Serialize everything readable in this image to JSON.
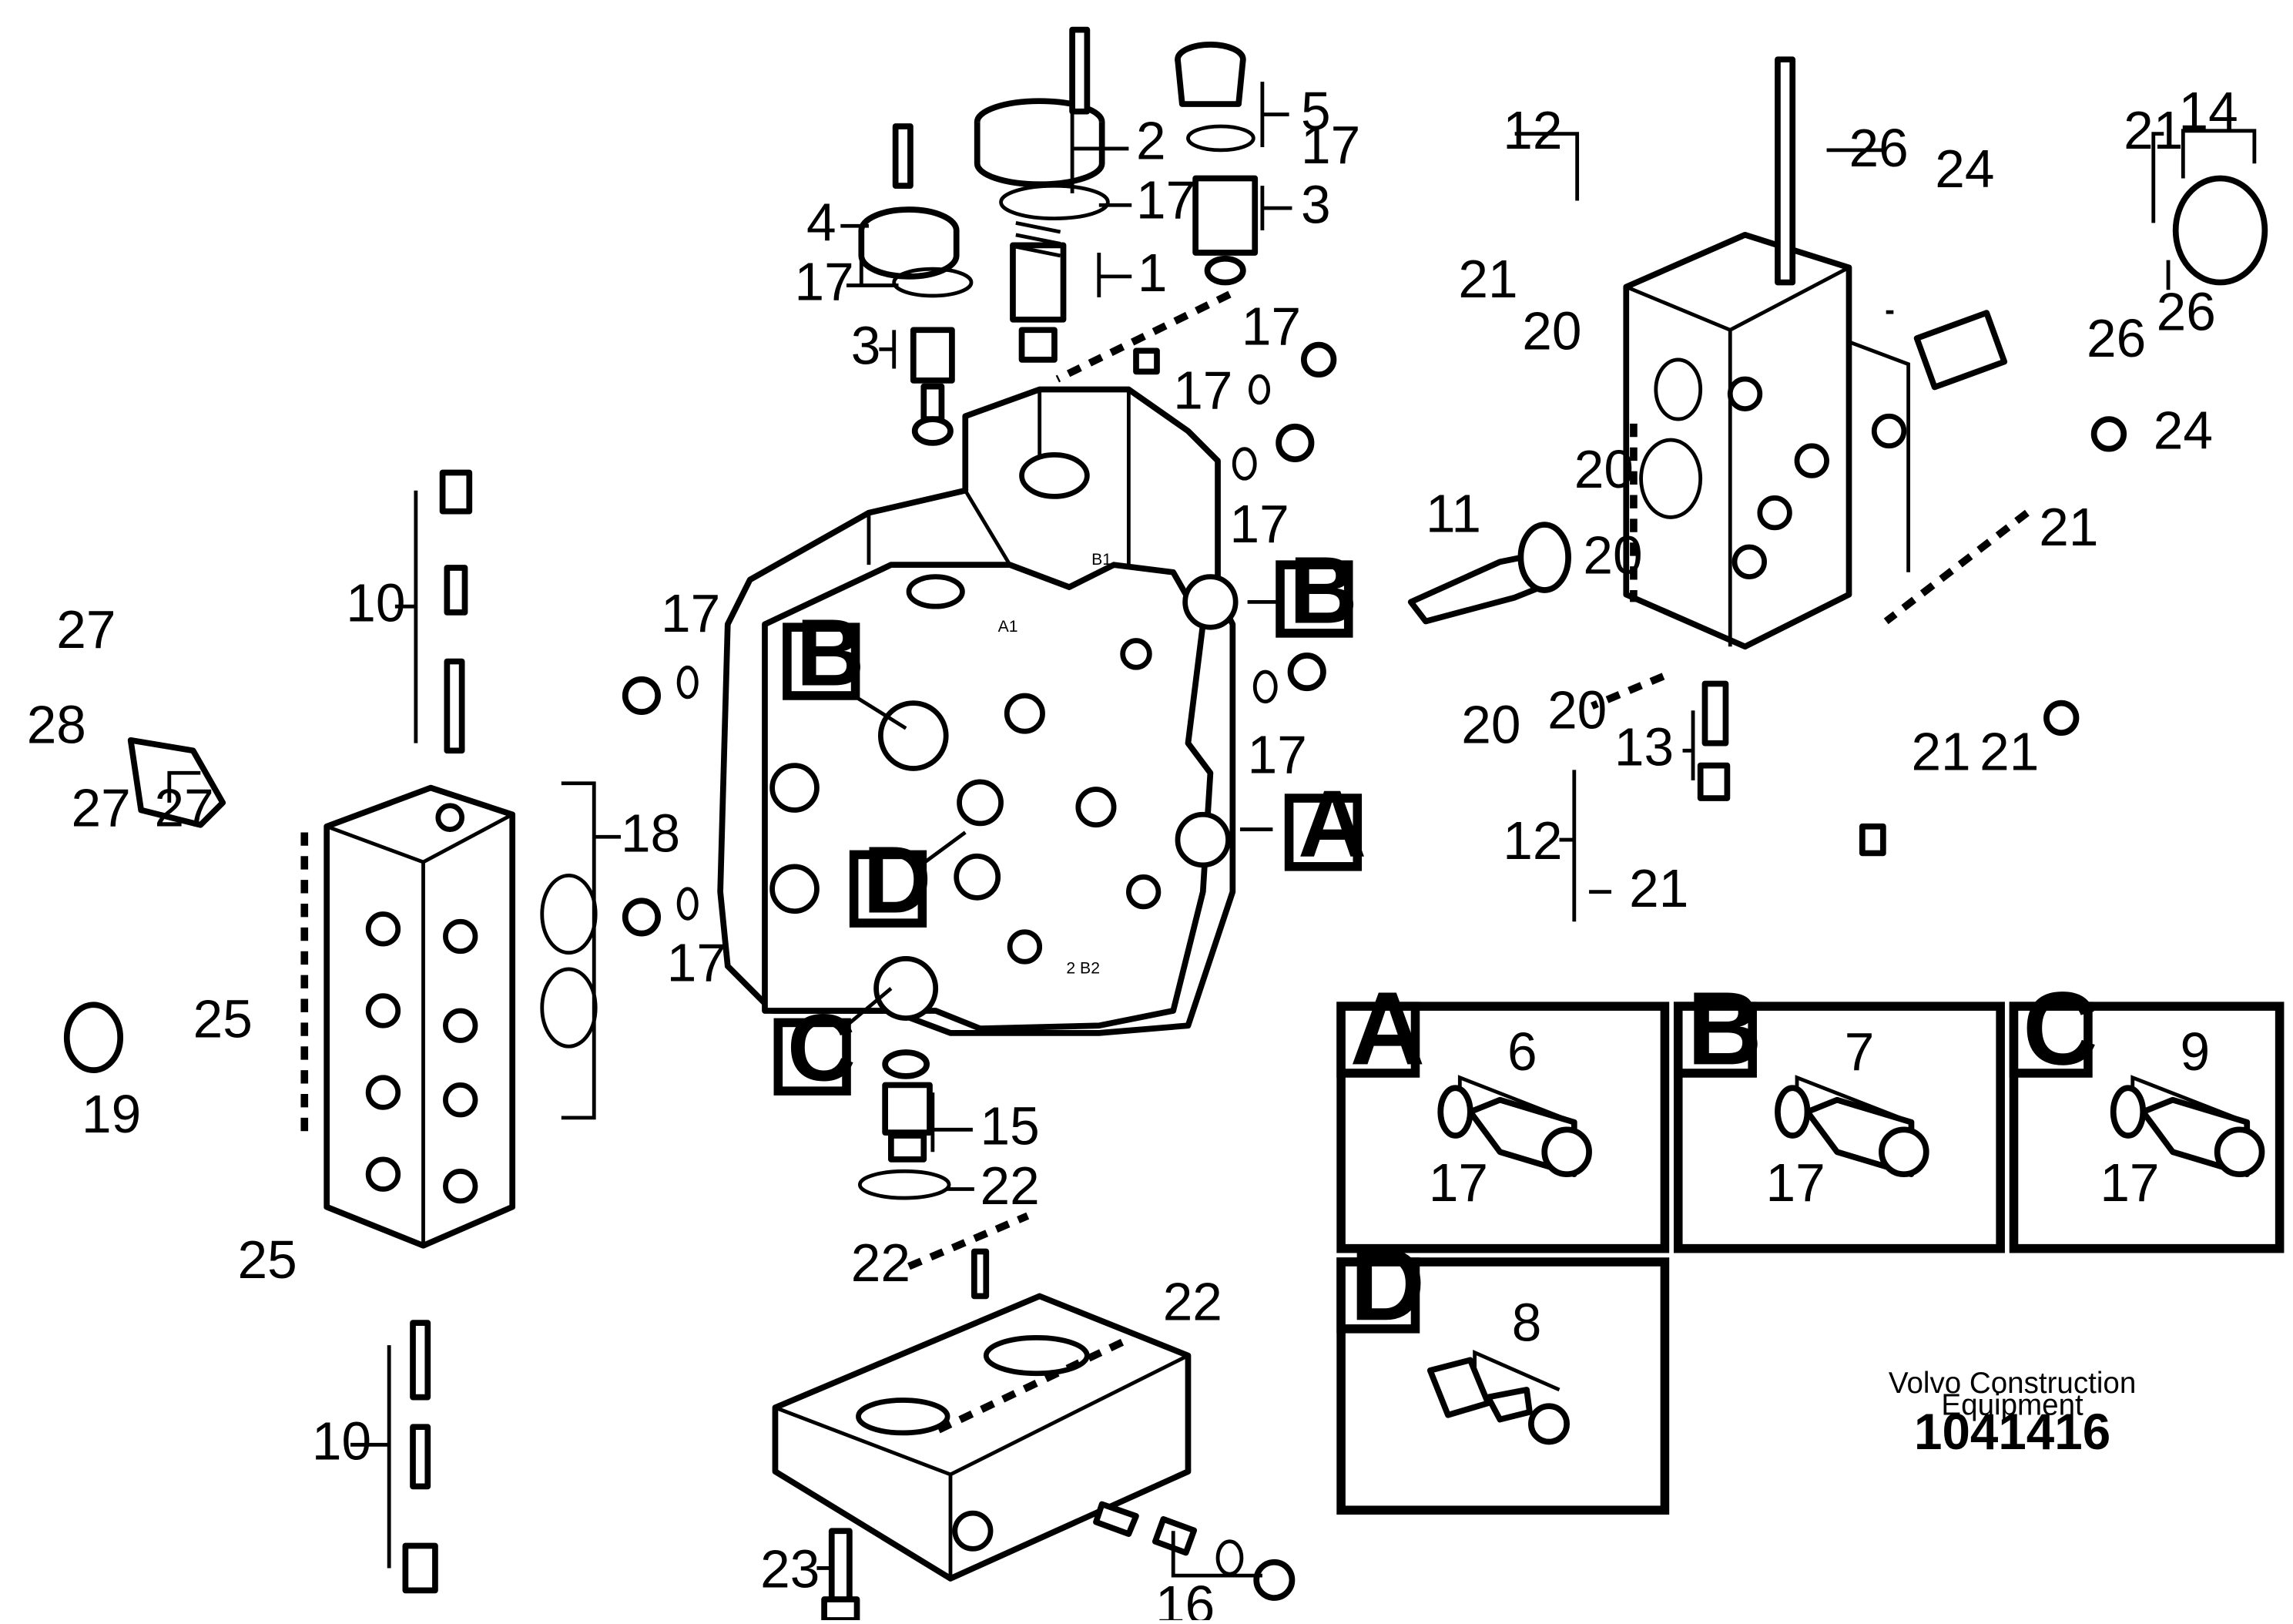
{
  "section_letters": {
    "A": "A",
    "B": "B",
    "C": "C",
    "D": "D"
  },
  "callouts": {
    "n1": "1",
    "n2": "2",
    "n3": "3",
    "n4": "4",
    "n5": "5",
    "n6": "6",
    "n7": "7",
    "n8": "8",
    "n9": "9",
    "n10": "10",
    "n11": "11",
    "n12": "12",
    "n13": "13",
    "n14": "14",
    "n15": "15",
    "n16": "16",
    "n17": "17",
    "n18": "18",
    "n19": "19",
    "n20": "20",
    "n21": "21",
    "n22": "22",
    "n23": "23",
    "n24": "24",
    "n25": "25",
    "n26": "26",
    "n27": "27",
    "n28": "28"
  },
  "casting_marks": {
    "a1": "A1",
    "b1": "B1",
    "b2": "2 B2"
  },
  "credit": {
    "line1": "Volvo Construction",
    "line2": "Equipment"
  },
  "drawing_number": "1041416"
}
